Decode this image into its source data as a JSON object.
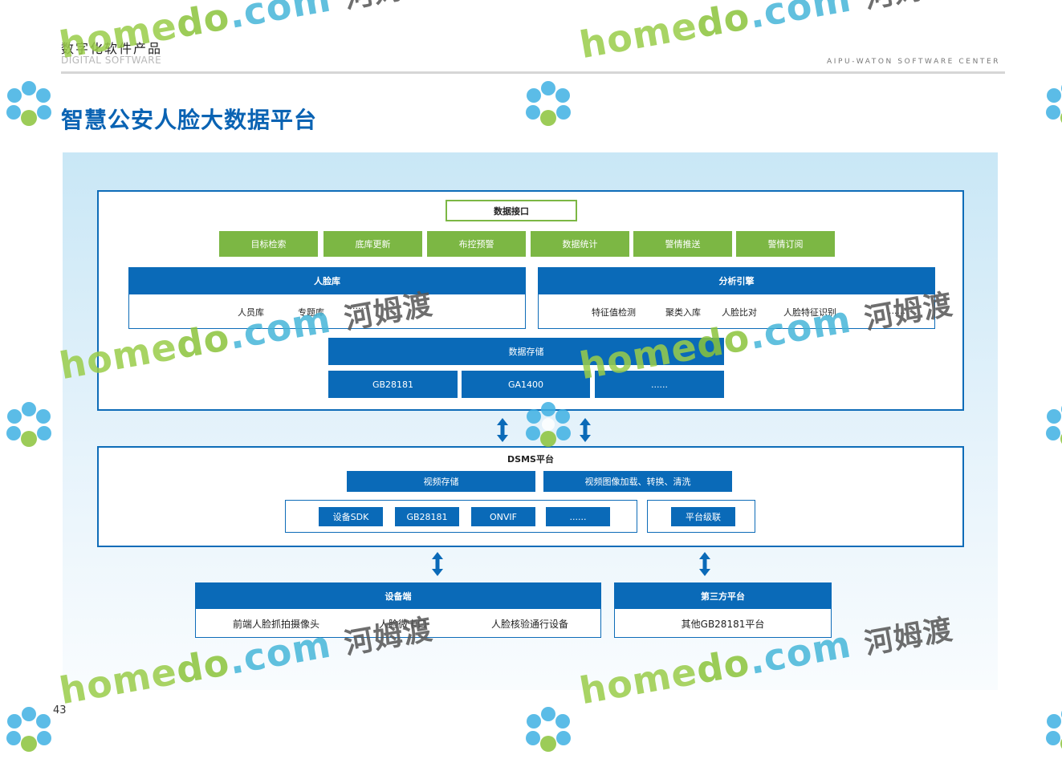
{
  "header": {
    "cn_title": "数字化软件产品",
    "en_title": "DIGITAL SOFTWARE",
    "right_text": "AIPU-WATON SOFTWARE CENTER"
  },
  "page_title": "智慧公安人脸大数据平台",
  "page_number": "43",
  "colors": {
    "title_blue": "#0a63b3",
    "box_blue": "#0a6ab8",
    "box_green": "#7cb744"
  },
  "top_section": {
    "interface_label": "数据接口",
    "green_boxes": [
      "目标检索",
      "底库更新",
      "布控预警",
      "数据统计",
      "警情推送",
      "警情订阅"
    ],
    "face_db": {
      "title": "人脸库",
      "items": [
        "人员库",
        "专题库",
        "········"
      ]
    },
    "analysis_engine": {
      "title": "分析引擎",
      "items": [
        "特征值检测",
        "聚类入库",
        "人脸比对",
        "人脸特征识别",
        "......"
      ]
    },
    "data_storage": {
      "title": "数据存储",
      "protocols": [
        "GB28181",
        "GA1400",
        "......"
      ]
    }
  },
  "dsms": {
    "title": "DSMS平台",
    "video_storage": "视频存储",
    "video_processing": "视频图像加载、转换、清洗",
    "access": [
      "设备SDK",
      "GB28181",
      "ONVIF",
      "......"
    ],
    "cascade": "平台级联"
  },
  "device_side": {
    "title": "设备端",
    "items": [
      "前端人脸抓拍摄像头",
      "人脸微卡口",
      "人脸核验通行设备"
    ]
  },
  "third_party": {
    "title": "第三方平台",
    "items": [
      "其他GB28181平台"
    ]
  },
  "watermark": {
    "home": "home",
    "do": "do",
    "com": ".com",
    "cn": "河姆渡"
  }
}
